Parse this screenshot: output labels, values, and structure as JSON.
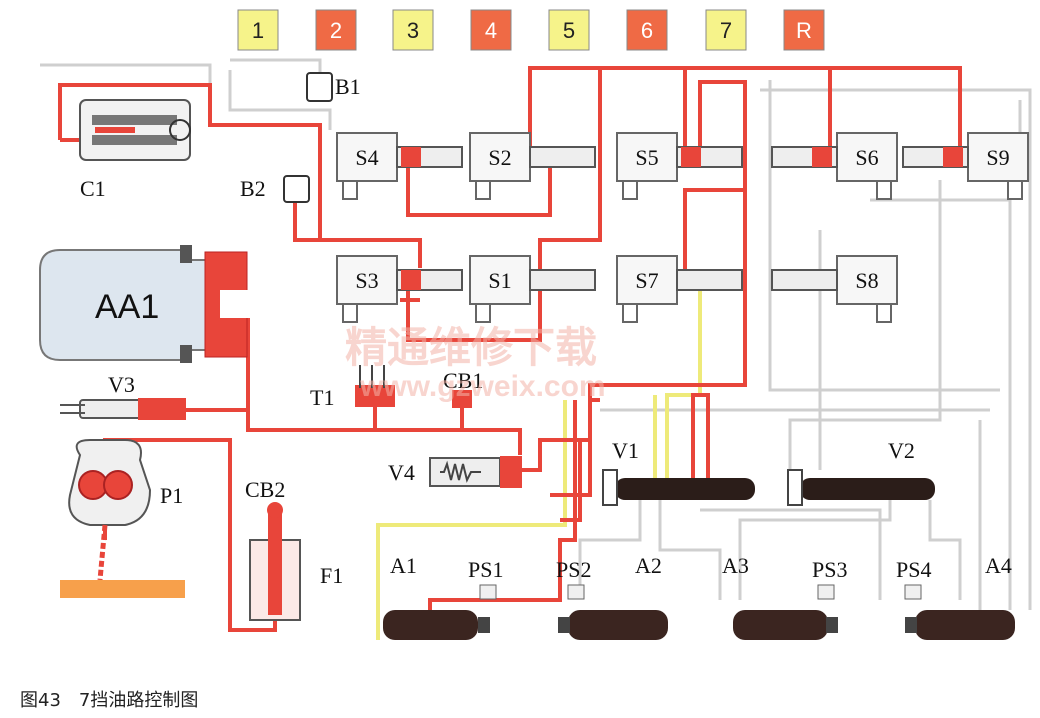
{
  "gears": [
    {
      "label": "1",
      "active": false
    },
    {
      "label": "2",
      "active": true
    },
    {
      "label": "3",
      "active": false
    },
    {
      "label": "4",
      "active": true
    },
    {
      "label": "5",
      "active": false
    },
    {
      "label": "6",
      "active": true
    },
    {
      "label": "7",
      "active": false
    },
    {
      "label": "R",
      "active": true
    }
  ],
  "colors": {
    "pressure": "#e8453a",
    "low_pressure": "#f0ec7a",
    "inactive_line": "#c8c8c8",
    "gear_active": "#ef6a45",
    "gear_inactive": "#f6f38a",
    "housing": "#dde6ef"
  },
  "labels": {
    "B1": "B1",
    "B2": "B2",
    "C1": "C1",
    "AA1": "AA1",
    "S1": "S1",
    "S2": "S2",
    "S3": "S3",
    "S4": "S4",
    "S5": "S5",
    "S6": "S6",
    "S7": "S7",
    "S8": "S8",
    "S9": "S9",
    "V1": "V1",
    "V2": "V2",
    "V3": "V3",
    "V4": "V4",
    "T1": "T1",
    "CB1": "CB1",
    "CB2": "CB2",
    "P1": "P1",
    "F1": "F1",
    "A1": "A1",
    "A2": "A2",
    "A3": "A3",
    "A4": "A4",
    "PS1": "PS1",
    "PS2": "PS2",
    "PS3": "PS3",
    "PS4": "PS4"
  },
  "watermark": {
    "line1": "精通维修下载",
    "line2": "www.gzweix.com"
  },
  "caption": "图43　7挡油路控制图"
}
